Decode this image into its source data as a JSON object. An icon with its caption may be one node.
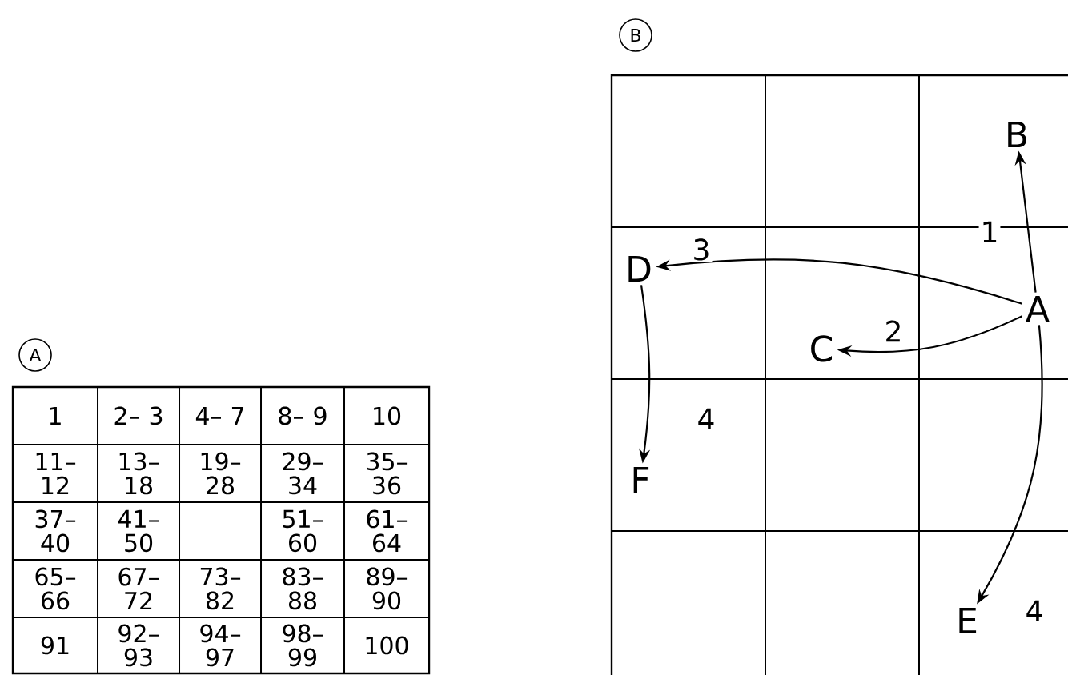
{
  "diagram": {
    "nodes": [
      {
        "text": [
          "B"
        ]
      },
      {
        "text": [
          "D"
        ]
      },
      {
        "text": [
          "A"
        ]
      },
      {
        "text": [
          "C"
        ]
      },
      {
        "text": [
          "F"
        ]
      },
      {
        "text": [
          "E"
        ]
      }
    ],
    "edges": [
      {
        "from": 2,
        "to": 0,
        "arrow": "to",
        "label": "1"
      },
      {
        "from": 2,
        "to": 3,
        "arrow": "to",
        "label": "2"
      },
      {
        "from": 2,
        "to": 1,
        "arrow": "to",
        "label": "3"
      },
      {
        "from": 1,
        "to": 4,
        "arrow": "to",
        "label": "4"
      },
      {
        "from": 2,
        "to": 5,
        "arrow": "to",
        "label": "4"
      }
    ],
    "labels": [
      "B",
      "A",
      "1",
      "2– 3",
      "4– 7",
      "8– 9",
      "10",
      "11– 12",
      "13– 18",
      "19– 28",
      "29– 34",
      "35– 36",
      "37– 40",
      "41– 50",
      "51– 60",
      "61– 64",
      "65– 66",
      "67– 72",
      "73– 82",
      "83– 88",
      "89– 90",
      "91",
      "92– 93",
      "94– 97",
      "98– 99",
      "100"
    ]
  }
}
